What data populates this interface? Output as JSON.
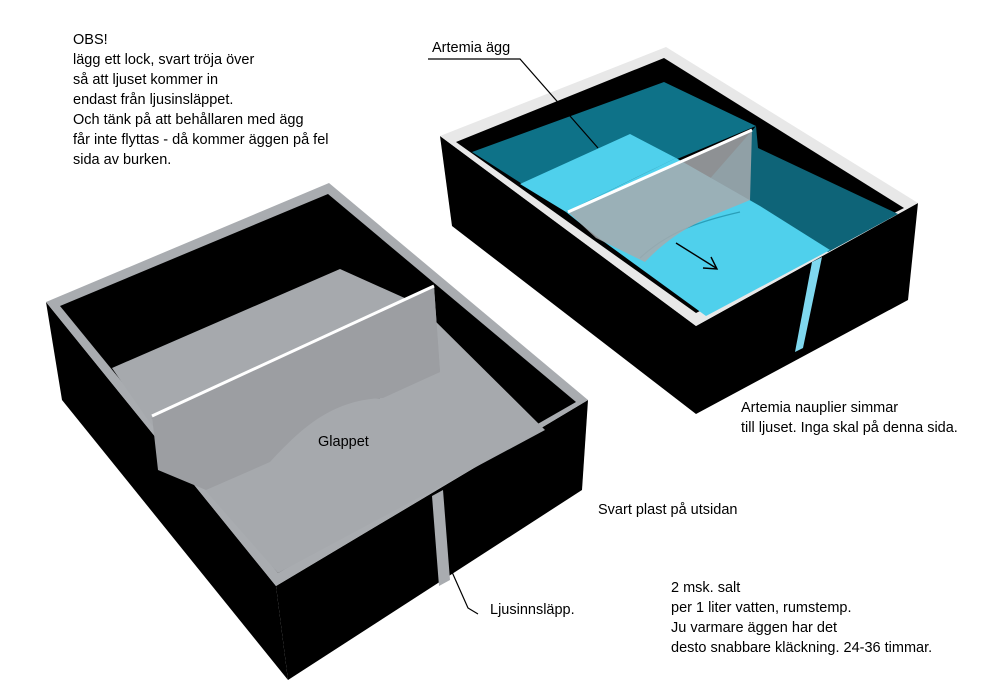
{
  "notes": {
    "warning_lines": [
      "OBS!",
      "lägg ett lock, svart tröja över",
      "så att ljuset kommer in",
      "endast från ljusinsläppet.",
      "Och tänk på att behållaren med ägg",
      "får inte flyttas - då kommer äggen på fel",
      "sida av burken."
    ],
    "artemia_eggs": "Artemia ägg",
    "gap": "Glappet",
    "nauplii_lines": [
      "Artemia nauplier simmar",
      "till ljuset. Inga skal på denna sida."
    ],
    "black_plastic": "Svart plast på utsidan",
    "light_inlet": "Ljusinnsläpp.",
    "recipe_lines": [
      "2 msk. salt",
      "per 1 liter vatten, rumstemp.",
      "Ju varmare äggen har det",
      "desto snabbare kläckning. 24-36 timmar."
    ]
  },
  "colors": {
    "box_black": "#000000",
    "rim_gray": "#a9acb0",
    "floor_gray": "#a6a9ad",
    "divider_gray": "#9d9fa3",
    "water_light": "#4fd0ec",
    "water_dark": "#0e7288",
    "light_slit": "#7fd8ef"
  }
}
